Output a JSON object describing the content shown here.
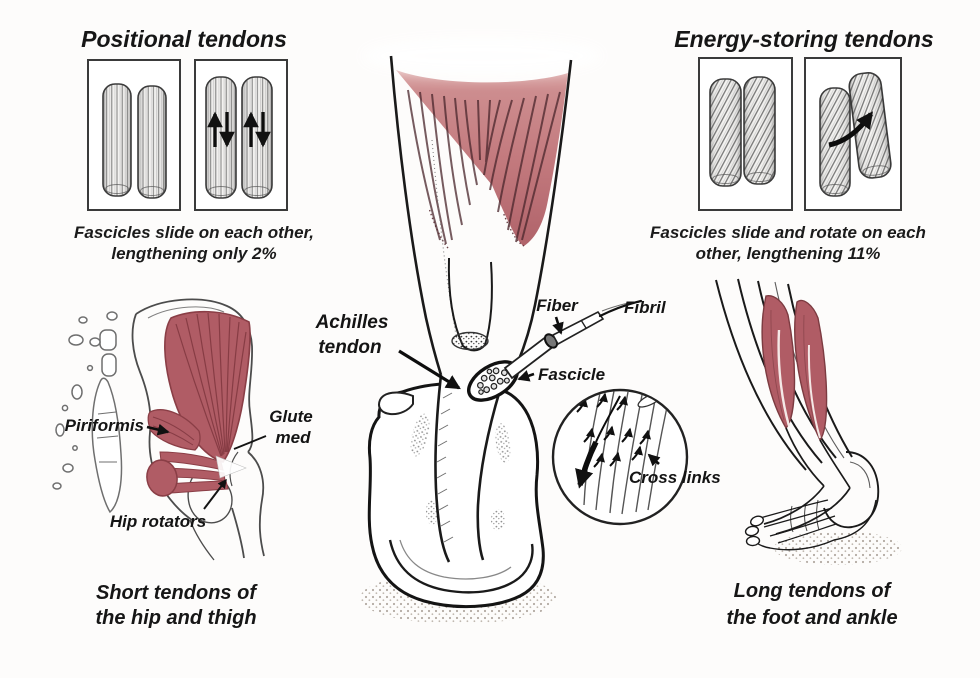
{
  "colors": {
    "muscle_pink": "#c47a7e",
    "muscle_deep": "#b05c65",
    "muscle_outline": "#8a3e46",
    "ink": "#1a1a1a"
  },
  "positional_panel": {
    "title": "Positional tendons",
    "caption_line1": "Fascicles slide on each other,",
    "caption_line2": "lengthening only 2%"
  },
  "energy_panel": {
    "title": "Energy-storing tendons",
    "caption_line1": "Fascicles slide and rotate on each",
    "caption_line2": "other, lengthening 11%"
  },
  "achilles_figure": {
    "label_line1": "Achilles",
    "label_line2": "tendon",
    "fiber_label": "Fiber",
    "fibril_label": "Fibril",
    "fascicle_label": "Fascicle",
    "cross_links_label": "Cross links"
  },
  "hip_figure": {
    "piriformis_label": "Piriformis",
    "glute_label_line1": "Glute",
    "glute_label_line2": "med",
    "hip_rotators_label": "Hip rotators",
    "caption_line1": "Short tendons of",
    "caption_line2": "the hip and thigh"
  },
  "foot_figure": {
    "caption_line1": "Long tendons of",
    "caption_line2": "the foot and ankle"
  }
}
